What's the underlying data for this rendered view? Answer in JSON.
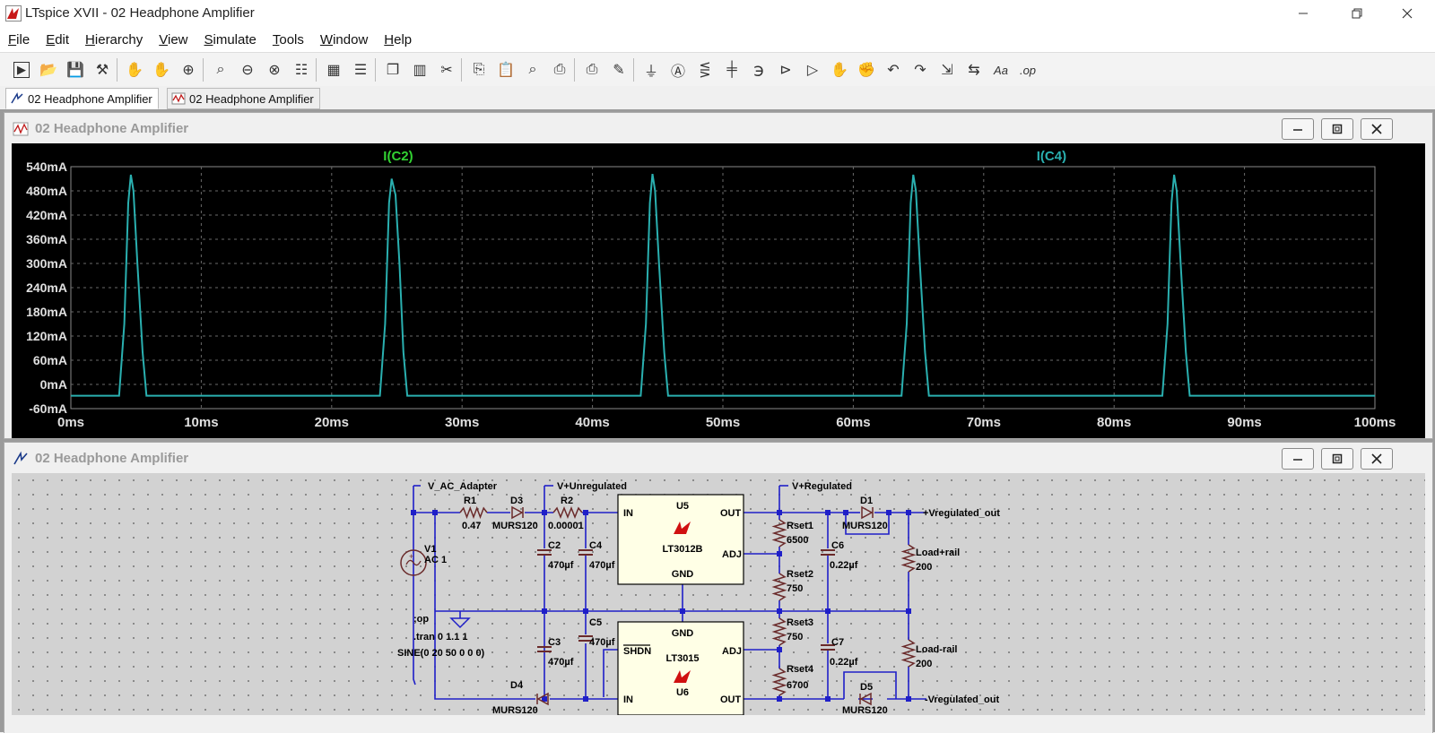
{
  "app": {
    "title": "LTspice XVII - 02 Headphone Amplifier"
  },
  "menu": [
    {
      "label": "File",
      "accel": "F",
      "rest": "ile"
    },
    {
      "label": "Edit",
      "accel": "E",
      "rest": "dit"
    },
    {
      "label": "Hierarchy",
      "accel": "H",
      "rest": "ierarchy"
    },
    {
      "label": "View",
      "accel": "V",
      "rest": "iew"
    },
    {
      "label": "Simulate",
      "accel": "S",
      "rest": "imulate"
    },
    {
      "label": "Tools",
      "accel": "T",
      "rest": "ools"
    },
    {
      "label": "Window",
      "accel": "W",
      "rest": "indow"
    },
    {
      "label": "Help",
      "accel": "H",
      "rest": "elp"
    }
  ],
  "toolbar_icons": [
    "run-icon",
    "open-icon",
    "save-icon",
    "control-panel-icon",
    "halt-icon",
    "pan-icon",
    "zoom-in-icon",
    "zoom-area-icon",
    "zoom-out-icon",
    "zoom-fit-icon",
    "autorange-icon",
    "grid-icon",
    "tile-horizontal-icon",
    "cascade-icon",
    "tile-vertical-icon",
    "cut-icon",
    "copy-icon",
    "paste-icon",
    "find-icon",
    "print-setup-icon",
    "print-icon",
    "pencil-icon",
    "ground-icon",
    "label-net-icon",
    "resistor-icon",
    "capacitor-icon",
    "inductor-icon",
    "diode-icon",
    "component-icon",
    "move-icon",
    "drag-icon",
    "undo-icon",
    "redo-icon",
    "rotate-icon",
    "mirror-icon",
    "text-icon",
    "spice-directive-icon"
  ],
  "tabs": [
    {
      "label": "02 Headphone Amplifier",
      "icon": "schematic-icon"
    },
    {
      "label": "02 Headphone Amplifier",
      "icon": "waveform-icon"
    }
  ],
  "plot_window": {
    "title": "02 Headphone Amplifier",
    "colors": {
      "background": "#000000",
      "grid": "#6a6a6a",
      "trace_c2": "#2ab0b0",
      "label_c2": "#32d232",
      "label_c4": "#2ab0b0",
      "axis_text": "#e0e0e0"
    }
  },
  "schematic_window": {
    "title": "02 Headphone Amplifier",
    "colors": {
      "background": "#d2d2d2",
      "wire": "#1f1fc8",
      "text": "#000000",
      "symbol": "#6a2a2a",
      "logo": "#d01010",
      "ic_fill": "#ffffe6"
    },
    "labels": {
      "n_ac": "V_AC_Adapter",
      "n_unreg": "V+Unregulated",
      "n_reg": "V+Regulated",
      "n_vout_pos": "+Vregulated_out",
      "n_vout_neg": "-Vregulated_out",
      "r1": "R1",
      "r1_val": "0.47",
      "d3": "D3",
      "d3_val": "MURS120",
      "r2": "R2",
      "r2_val": "0.00001",
      "v1": "V1",
      "v1_val": "AC 1",
      "c2": "C2",
      "c2_val": "470µf",
      "c4": "C4",
      "c4_val": "470µf",
      "c3": "C3",
      "c3_val": "470µf",
      "c5": "C5",
      "c5_val": "470µf",
      "c6": "C6",
      "c6_val": "0.22µf",
      "c7": "C7",
      "c7_val": "0.22µf",
      "u5": "U5",
      "u5_part": "LT3012B",
      "u6": "U6",
      "u6_part": "LT3015",
      "pin_in": "IN",
      "pin_out": "OUT",
      "pin_adj": "ADJ",
      "pin_gnd": "GND",
      "pin_shdn": "SHDN",
      "rset1": "Rset1",
      "rset1_val": "6500",
      "rset2": "Rset2",
      "rset2_val": "750",
      "rset3": "Rset3",
      "rset3_val": "750",
      "rset4": "Rset4",
      "rset4_val": "6700",
      "d1": "D1",
      "d1_val": "MURS120",
      "d4": "D4",
      "d4_val": "MURS120",
      "d5": "D5",
      "d5_val": "MURS120",
      "load_pos": "Load+rail",
      "load_pos_val": "200",
      "load_neg": "Load-rail",
      "load_neg_val": "200",
      "op": ";op",
      "tran": ".tran 0 1.1 1",
      "sine": "SINE(0 20 50 0 0 0)"
    }
  },
  "chart_data": {
    "type": "line",
    "title": "",
    "legend": [
      "I(C2)",
      "I(C4)"
    ],
    "xlabel": "",
    "ylabel": "",
    "x_ticks": [
      "0ms",
      "10ms",
      "20ms",
      "30ms",
      "40ms",
      "50ms",
      "60ms",
      "70ms",
      "80ms",
      "90ms",
      "100ms"
    ],
    "y_ticks": [
      "540mA",
      "480mA",
      "420mA",
      "360mA",
      "300mA",
      "240mA",
      "180mA",
      "120mA",
      "60mA",
      "0mA",
      "-60mA"
    ],
    "xlim": [
      0,
      100
    ],
    "ylim": [
      -60,
      540
    ],
    "grid": true,
    "series": [
      {
        "name": "I(C2)",
        "x_unit": "ms",
        "y_unit": "mA",
        "points": [
          [
            0,
            -28
          ],
          [
            3.7,
            -28
          ],
          [
            4.1,
            150
          ],
          [
            4.4,
            450
          ],
          [
            4.6,
            520
          ],
          [
            4.8,
            480
          ],
          [
            5.1,
            300
          ],
          [
            5.5,
            80
          ],
          [
            5.8,
            -28
          ],
          [
            23.7,
            -28
          ],
          [
            24.1,
            150
          ],
          [
            24.4,
            450
          ],
          [
            24.6,
            510
          ],
          [
            24.9,
            470
          ],
          [
            25.2,
            300
          ],
          [
            25.5,
            80
          ],
          [
            25.8,
            -28
          ],
          [
            43.7,
            -28
          ],
          [
            44.1,
            150
          ],
          [
            44.4,
            450
          ],
          [
            44.6,
            522
          ],
          [
            44.8,
            480
          ],
          [
            45.1,
            300
          ],
          [
            45.5,
            80
          ],
          [
            45.8,
            -28
          ],
          [
            63.7,
            -28
          ],
          [
            64.1,
            150
          ],
          [
            64.4,
            450
          ],
          [
            64.6,
            520
          ],
          [
            64.8,
            480
          ],
          [
            65.1,
            300
          ],
          [
            65.5,
            80
          ],
          [
            65.8,
            -28
          ],
          [
            83.7,
            -28
          ],
          [
            84.1,
            150
          ],
          [
            84.4,
            450
          ],
          [
            84.6,
            520
          ],
          [
            84.8,
            480
          ],
          [
            85.1,
            300
          ],
          [
            85.5,
            80
          ],
          [
            85.8,
            -28
          ],
          [
            100,
            -28
          ]
        ]
      }
    ]
  }
}
